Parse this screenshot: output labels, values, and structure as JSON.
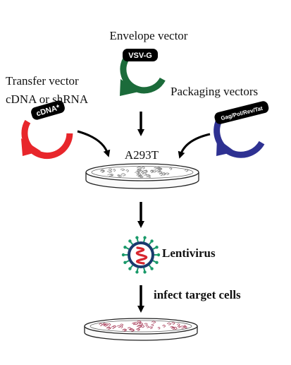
{
  "labels": {
    "envelope": "Envelope vector",
    "transfer_line1": "Transfer vector",
    "transfer_line2": "cDNA or shRNA",
    "packaging": "Packaging vectors",
    "cell_line": "A293T",
    "virus": "Lentivirus",
    "infect": "infect target cells"
  },
  "plasmids": {
    "envelope": {
      "tag": "VSV-G",
      "color": "#1b6b3a"
    },
    "transfer": {
      "tag": "cDNA*",
      "color": "#e8262b"
    },
    "packaging": {
      "tag": "Gag/Pol/Rev/Tat",
      "color": "#2e3192"
    }
  },
  "colors": {
    "arrow": "#000000",
    "virus_ring": "#1a3a6e",
    "virus_spikes": "#1a9a6a",
    "virus_rna": "#d7262e",
    "cells": "#b0506a"
  }
}
